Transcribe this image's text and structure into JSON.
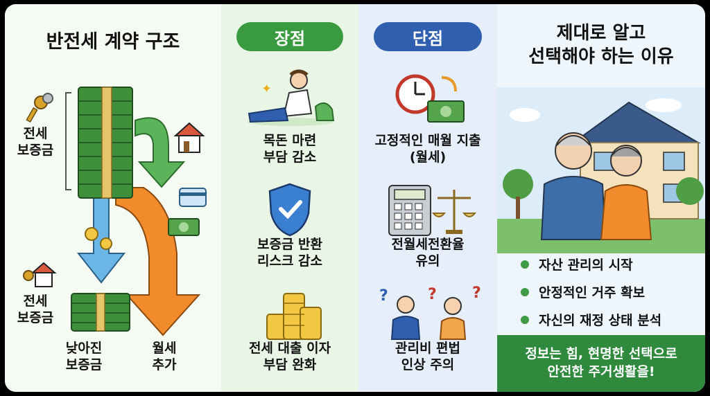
{
  "structure": {
    "title": "반전세 계약 구조",
    "deposit_label_top": [
      "전세",
      "보증금"
    ],
    "deposit_label_bottom": [
      "전세",
      "보증금"
    ],
    "reduced_deposit": [
      "낮아진",
      "보증금"
    ],
    "monthly_rent_added": [
      "월세",
      "추가"
    ]
  },
  "pros": {
    "header": "장점",
    "items": [
      {
        "lines": [
          "목돈 마련",
          "부담 감소"
        ],
        "icon": "relaxing-person-icon"
      },
      {
        "lines": [
          "보증금 반환",
          "리스크 감소"
        ],
        "icon": "shield-check-icon"
      },
      {
        "lines": [
          "전세 대출 이자",
          "부담 완화"
        ],
        "icon": "coin-stack-icon"
      }
    ]
  },
  "cons": {
    "header": "단점",
    "items": [
      {
        "lines": [
          "고정적인 매월 지출",
          "(월세)"
        ],
        "icon": "clock-money-icon"
      },
      {
        "lines": [
          "전월세전환율",
          "유의"
        ],
        "icon": "calculator-scale-icon"
      },
      {
        "lines": [
          "관리비 편법",
          "인상 주의"
        ],
        "icon": "question-people-icon"
      }
    ]
  },
  "reasons": {
    "title_lines": [
      "제대로 알고",
      "선택해야 하는 이유"
    ],
    "bullets": [
      "자산 관리의 시작",
      "안정적인 거주 확보",
      "자신의 재정 상태 분석"
    ],
    "banner_lines": [
      "정보는 힘, 현명한 선택으로",
      "안전한 주거생활을!"
    ]
  },
  "colors": {
    "pros_accent": "#3a9a3f",
    "cons_accent": "#2f5fae",
    "banner": "#2f8a3e",
    "money_green": "#3f8f3a",
    "orange_arrow": "#f28b2c",
    "blue_arrow": "#6cb6e6"
  }
}
